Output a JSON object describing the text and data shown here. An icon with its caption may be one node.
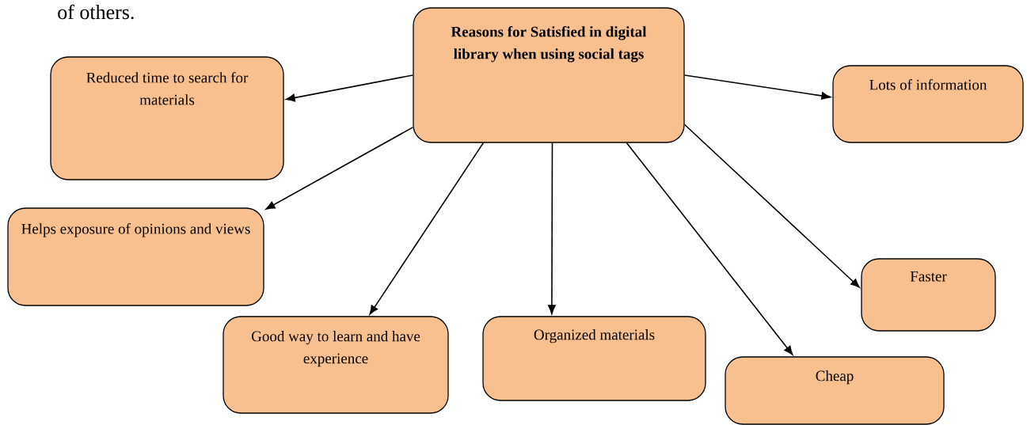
{
  "diagram": {
    "nodes": [
      {
        "text": [
          "Reasons for Satisfied in digital library when using social tags"
        ]
      },
      {
        "text": [
          "Reduced time to search for materials"
        ]
      },
      {
        "text": [
          "Lots of information"
        ]
      },
      {
        "text": [
          "Helps exposure of opinions and views"
        ]
      },
      {
        "text": [
          "Good way to learn and have experience"
        ]
      },
      {
        "text": [
          "Organized materials"
        ]
      },
      {
        "text": [
          "Faster"
        ]
      },
      {
        "text": [
          "Cheap"
        ]
      }
    ],
    "edges": [
      {
        "from": 0,
        "to": 1,
        "arrow": "to"
      },
      {
        "from": 0,
        "to": 2,
        "arrow": "to"
      },
      {
        "from": 0,
        "to": 3,
        "arrow": "to"
      },
      {
        "from": 0,
        "to": 4,
        "arrow": "to"
      },
      {
        "from": 0,
        "to": 5,
        "arrow": "to"
      },
      {
        "from": 0,
        "to": 7,
        "arrow": "to"
      },
      {
        "from": 0,
        "to": 6,
        "arrow": "to"
      }
    ],
    "labels": [
      "of others."
    ]
  }
}
